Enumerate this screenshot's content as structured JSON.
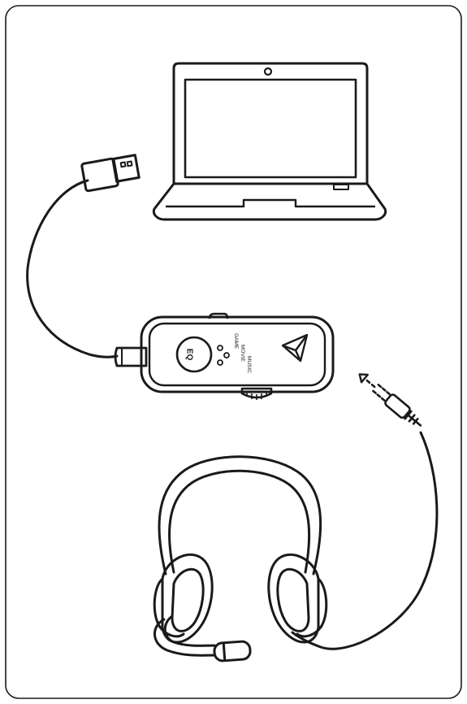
{
  "diagram": {
    "ink_color": "#1a1a1a",
    "background_color": "#ffffff",
    "components": {
      "laptop": "laptop-icon",
      "usb_plug": "usb-plug-icon",
      "usb_sound_card": "usb-sound-card-icon",
      "audio_jack": "audio-jack-plug-icon",
      "headset": "headset-icon"
    },
    "sound_card": {
      "eq_button_label": "EQ",
      "modes": [
        "GAME",
        "MOVIE",
        "MUSIC"
      ]
    }
  }
}
